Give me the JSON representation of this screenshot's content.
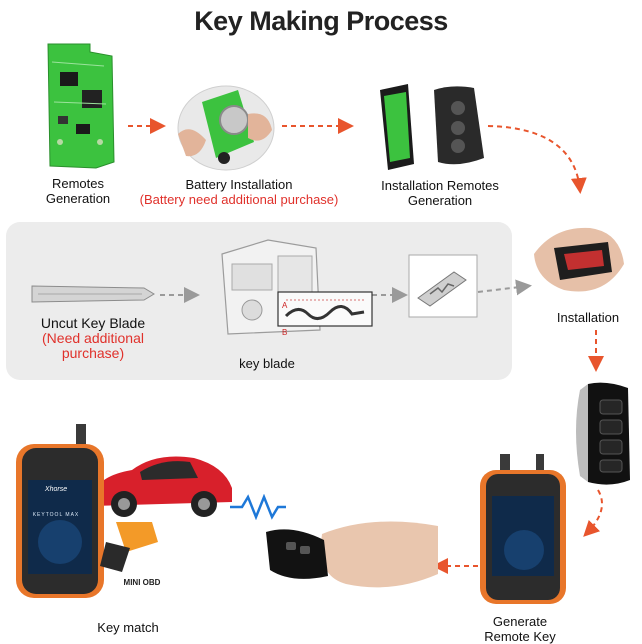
{
  "title": "Key Making Process",
  "steps": {
    "remotes_generation": {
      "line1": "Remotes",
      "line2": "Generation"
    },
    "battery_installation": {
      "label": "Battery Installation",
      "note": "(Battery need additional purchase)"
    },
    "installation_remotes_generation": {
      "line1": "Installation Remotes",
      "line2": "Generation"
    },
    "installation": {
      "label": "Installation"
    },
    "uncut_key_blade": {
      "label": "Uncut Key  Blade",
      "note": "(Need additional purchase)"
    },
    "key_blade": {
      "label": "key blade"
    },
    "generate_remote_key": {
      "line1": "Generate",
      "line2": "Remote Key"
    },
    "key_match": {
      "label": "Key match"
    }
  },
  "machine_labels": {
    "a": "A",
    "b": "B"
  },
  "device": {
    "brand": "Xhorse",
    "model": "KEYTOOL MAX"
  },
  "adapter_label": "MINI OBD",
  "colors": {
    "arrow": "#e8552d",
    "note": "#e0312b",
    "pcb": "#3cc23f",
    "panel": "#ececec",
    "device_orange": "#e8762a",
    "car_red": "#d8202b"
  }
}
